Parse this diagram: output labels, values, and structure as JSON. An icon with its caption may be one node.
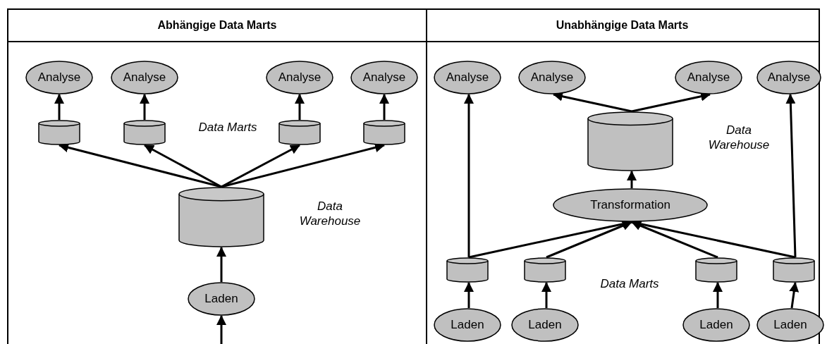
{
  "diagram": {
    "nodes": [
      {
        "text": [
          "Abhängige Data Marts"
        ]
      },
      {
        "text": [
          "Analyse"
        ],
        "in": 0
      },
      {
        "text": [
          "Analyse"
        ],
        "in": 0
      },
      {
        "text": [
          "Analyse"
        ],
        "in": 0
      },
      {
        "text": [
          "Analyse"
        ],
        "in": 0
      },
      {
        "text": [],
        "shape": "cylinder",
        "in": 0
      },
      {
        "text": [],
        "shape": "cylinder",
        "in": 0
      },
      {
        "text": [],
        "shape": "cylinder",
        "in": 0
      },
      {
        "text": [],
        "shape": "cylinder",
        "in": 0
      },
      {
        "text": [],
        "shape": "cylinder",
        "in": 0,
        "beside": [
          "Data Warehouse"
        ]
      },
      {
        "text": [
          "Laden"
        ],
        "in": 0
      },
      {
        "text": [
          "Unabhängige Data Marts"
        ]
      },
      {
        "text": [
          "Analyse"
        ],
        "in": 11
      },
      {
        "text": [
          "Analyse"
        ],
        "in": 11
      },
      {
        "text": [
          "Analyse"
        ],
        "in": 11
      },
      {
        "text": [
          "Analyse"
        ],
        "in": 11
      },
      {
        "text": [],
        "shape": "cylinder",
        "in": 11,
        "beside": [
          "Data Warehouse"
        ]
      },
      {
        "text": [
          "Transformation"
        ],
        "in": 11
      },
      {
        "text": [],
        "shape": "cylinder",
        "in": 11
      },
      {
        "text": [],
        "shape": "cylinder",
        "in": 11
      },
      {
        "text": [],
        "shape": "cylinder",
        "in": 11
      },
      {
        "text": [],
        "shape": "cylinder",
        "in": 11
      },
      {
        "text": [
          "Laden"
        ],
        "in": 11
      },
      {
        "text": [
          "Laden"
        ],
        "in": 11
      },
      {
        "text": [
          "Laden"
        ],
        "in": 11
      },
      {
        "text": [
          "Laden"
        ],
        "in": 11
      }
    ],
    "edges": [
      {
        "from": null,
        "to": 10,
        "arrow": "to"
      },
      {
        "from": 10,
        "to": 9,
        "arrow": "to"
      },
      {
        "from": 9,
        "to": 5,
        "arrow": "to"
      },
      {
        "from": 9,
        "to": 6,
        "arrow": "to"
      },
      {
        "from": 9,
        "to": 7,
        "arrow": "to"
      },
      {
        "from": 9,
        "to": 8,
        "arrow": "to"
      },
      {
        "from": 5,
        "to": 1,
        "arrow": "to"
      },
      {
        "from": 6,
        "to": 2,
        "arrow": "to"
      },
      {
        "from": 7,
        "to": 3,
        "arrow": "to"
      },
      {
        "from": 8,
        "to": 4,
        "arrow": "to"
      },
      {
        "from": 22,
        "to": 18,
        "arrow": "to"
      },
      {
        "from": 23,
        "to": 19,
        "arrow": "to"
      },
      {
        "from": 24,
        "to": 20,
        "arrow": "to"
      },
      {
        "from": 25,
        "to": 21,
        "arrow": "to"
      },
      {
        "from": 18,
        "to": 12,
        "arrow": "to"
      },
      {
        "from": 21,
        "to": 15,
        "arrow": "to"
      },
      {
        "from": 18,
        "to": 17,
        "arrow": "to"
      },
      {
        "from": 19,
        "to": 17,
        "arrow": "to"
      },
      {
        "from": 20,
        "to": 17,
        "arrow": "to"
      },
      {
        "from": 21,
        "to": 17,
        "arrow": "to"
      },
      {
        "from": 17,
        "to": 16,
        "arrow": "to"
      },
      {
        "from": 16,
        "to": 13,
        "arrow": "to"
      },
      {
        "from": 16,
        "to": 14,
        "arrow": "to"
      }
    ],
    "labels": [
      "Data Marts",
      "Data Marts"
    ]
  }
}
